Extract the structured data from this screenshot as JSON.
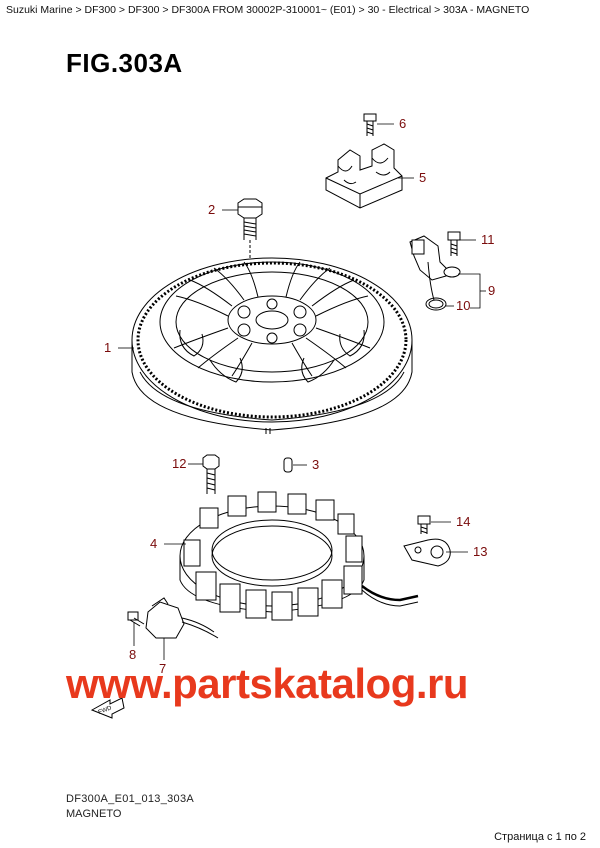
{
  "breadcrumb": "Suzuki Marine > DF300 > DF300 > DF300A FROM 30002P-310001~ (E01) > 30 - Electrical > 303A - MAGNETO",
  "figure_title": "FIG.303A",
  "callouts": {
    "c1": "1",
    "c2": "2",
    "c3": "3",
    "c4": "4",
    "c5": "5",
    "c6": "6",
    "c7": "7",
    "c8": "8",
    "c9": "9",
    "c10": "10",
    "c11": "11",
    "c12": "12",
    "c13": "13",
    "c14": "14"
  },
  "fwd_label": "FWD",
  "watermark": "www.partskatalog.ru",
  "watermark_color": "#e8391d",
  "callout_color": "#7a0c0c",
  "footer": {
    "code": "DF300A_E01_013_303A",
    "name": "MAGNETO"
  },
  "page_info": "Страница с 1 по 2"
}
